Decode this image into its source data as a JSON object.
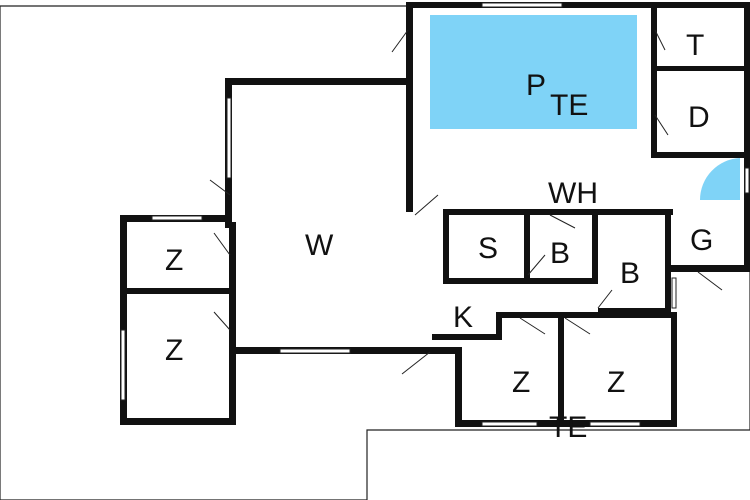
{
  "rooms": {
    "pool_p": "P",
    "pool_te": "TE",
    "t": "T",
    "d": "D",
    "wh": "WH",
    "w": "W",
    "s": "S",
    "b1": "B",
    "b2": "B",
    "g": "G",
    "z1": "Z",
    "z2": "Z",
    "z3": "Z",
    "z4": "Z",
    "k": "K",
    "te_bottom": "TE"
  },
  "colors": {
    "pool": "#7fd3f7",
    "wall": "#111111",
    "background": "#ffffff"
  }
}
